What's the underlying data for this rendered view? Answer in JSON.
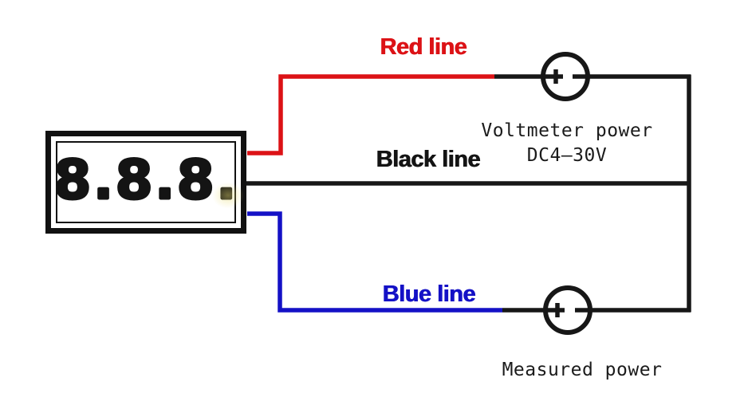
{
  "display": {
    "value": "8.8.8."
  },
  "wires": {
    "red": {
      "label": "Red line",
      "color": "#dc1216"
    },
    "black": {
      "label": "Black line",
      "color": "#171717"
    },
    "blue": {
      "label": "Blue line",
      "color": "#1411c6"
    }
  },
  "power_sources": {
    "top": {
      "name": "Voltmeter power",
      "spec": "DC4–30V",
      "icon": "power-source-plus-minus-icon"
    },
    "bottom": {
      "name": "Measured power",
      "icon": "power-source-plus-minus-icon"
    }
  },
  "colors": {
    "background": "#ffffff",
    "wire_red": "#dc1216",
    "wire_black": "#171717",
    "wire_blue": "#1411c6",
    "display_border": "#111111",
    "digits": "#141414"
  }
}
